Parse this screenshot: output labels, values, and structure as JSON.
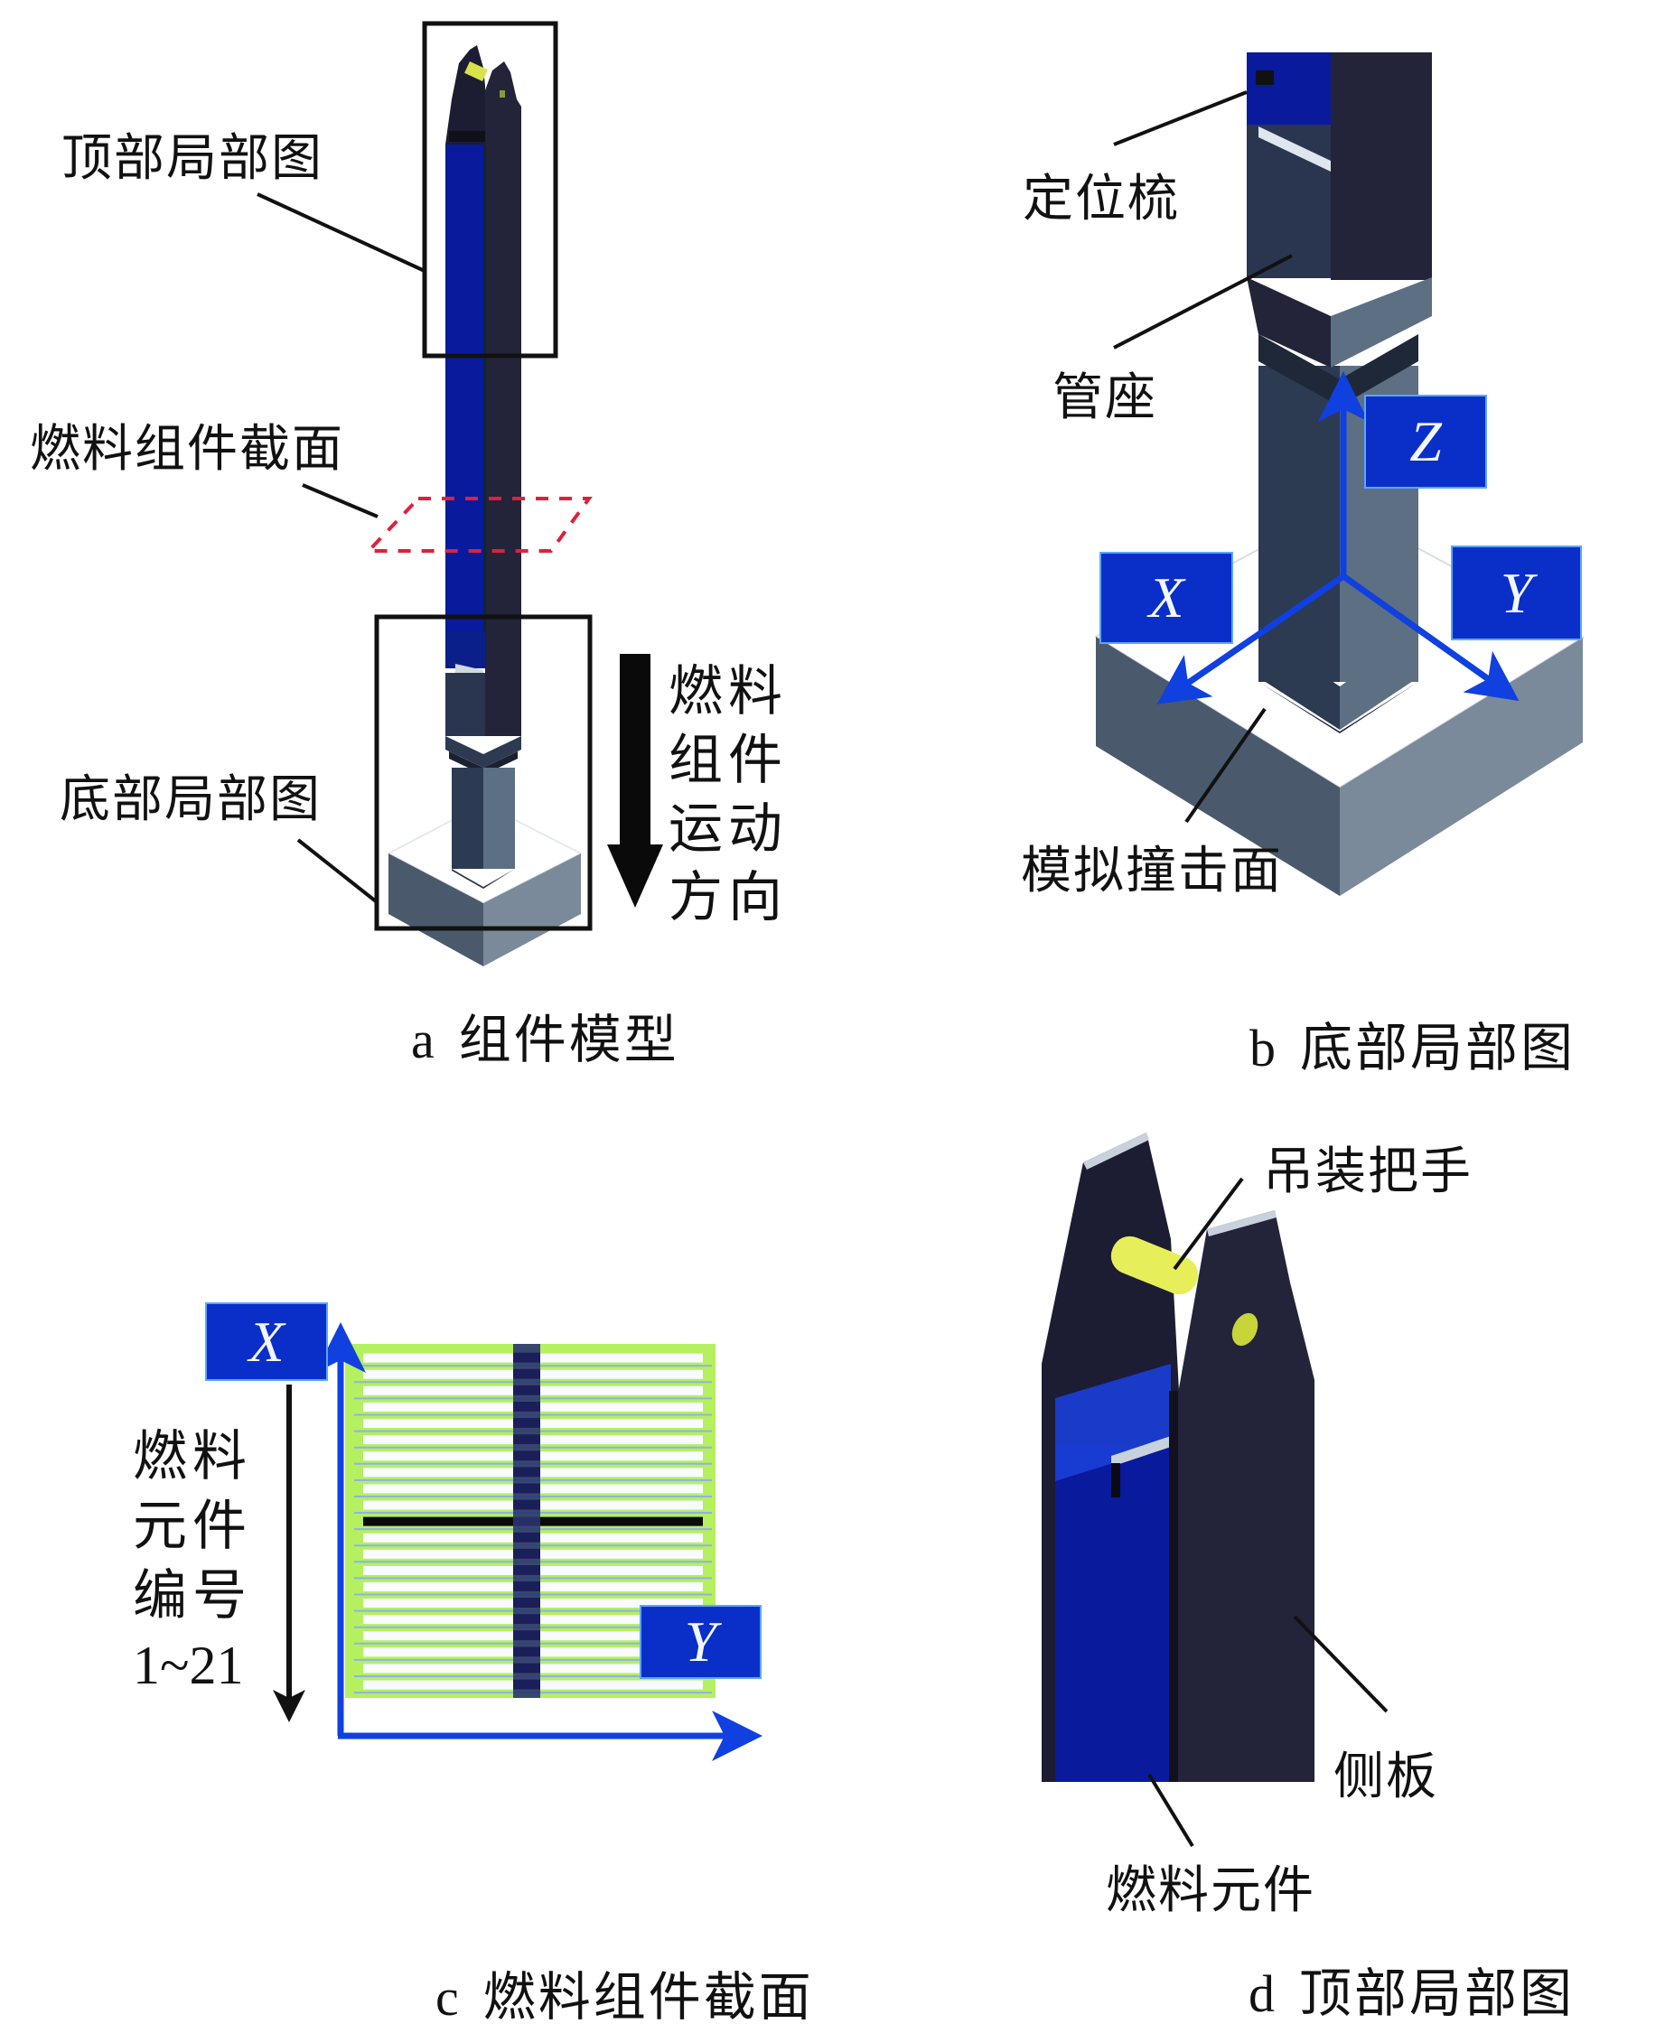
{
  "figure": {
    "panels": {
      "a": {
        "caption_letter": "a",
        "caption_text": "组件模型",
        "labels": {
          "top_detail": "顶部局部图",
          "cross_section": "燃料组件截面",
          "bottom_detail": "底部局部图"
        },
        "motion_direction_lines": [
          "燃料",
          "组件",
          "运动",
          "方向"
        ]
      },
      "b": {
        "caption_letter": "b",
        "caption_text": "底部局部图",
        "labels": {
          "positioning_comb": "定位梳",
          "tube_socket": "管座",
          "impact_surface": "模拟撞击面"
        },
        "axes": {
          "x": "X",
          "y": "Y",
          "z": "Z"
        }
      },
      "c": {
        "caption_letter": "c",
        "caption_text": "燃料组件截面",
        "element_numbering_lines": [
          "燃料",
          "元件",
          "编号",
          "1~21"
        ],
        "element_count": 21,
        "highlighted_element_index": 11,
        "axes": {
          "x": "X",
          "y": "Y"
        }
      },
      "d": {
        "caption_letter": "d",
        "caption_text": "顶部局部图",
        "labels": {
          "lifting_handle": "吊装把手",
          "side_plate": "侧板",
          "fuel_element": "燃料元件"
        }
      }
    },
    "colors": {
      "fuel_element_blue": "#0a1a9c",
      "side_plate_dark": "#23233a",
      "axis_box_blue": "#0a2fc9",
      "axis_arrow_blue": "#1040e0",
      "section_dashed_red": "#e0203a",
      "base_gray_left": "#4a5a6c",
      "base_gray_right": "#7a8a9a",
      "handle_yellow": "#e6ef5a",
      "plate_green": "#b4f060"
    }
  }
}
